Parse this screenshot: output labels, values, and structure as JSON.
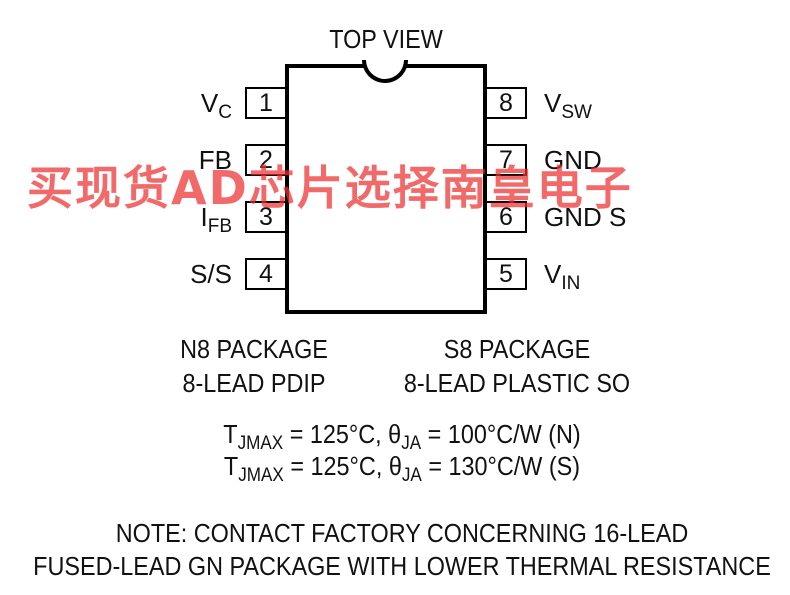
{
  "view_title": "TOP VIEW",
  "pins": {
    "left": [
      {
        "number": "1",
        "name": "V",
        "sub": "C"
      },
      {
        "number": "2",
        "name": "FB",
        "sub": ""
      },
      {
        "number": "3",
        "name": "I",
        "sub": "FB"
      },
      {
        "number": "4",
        "name": "S/S",
        "sub": ""
      }
    ],
    "right": [
      {
        "number": "8",
        "name": "V",
        "sub": "SW"
      },
      {
        "number": "7",
        "name": "GND",
        "sub": ""
      },
      {
        "number": "6",
        "name": "GND S",
        "sub": ""
      },
      {
        "number": "5",
        "name": "V",
        "sub": "IN"
      }
    ]
  },
  "packages": {
    "n8": {
      "line1": "N8 PACKAGE",
      "line2": "8-LEAD PDIP"
    },
    "s8": {
      "line1": "S8 PACKAGE",
      "line2": "8-LEAD PLASTIC SO"
    }
  },
  "thermal": [
    {
      "t": "T",
      "t_sub": "JMAX",
      "t_val": " = 125°C, ",
      "theta": "θ",
      "theta_sub": "JA",
      "theta_val": " = 100°C/W (N)"
    },
    {
      "t": "T",
      "t_sub": "JMAX",
      "t_val": " = 125°C, ",
      "theta": "θ",
      "theta_sub": "JA",
      "theta_val": " = 130°C/W (S)"
    }
  ],
  "note": {
    "line1": "NOTE: CONTACT FACTORY CONCERNING 16-LEAD",
    "line2": "FUSED-LEAD GN PACKAGE WITH LOWER THERMAL RESISTANCE"
  },
  "watermark": "买现货AD芯片选择南皇电子",
  "colors": {
    "watermark": "#ee3030",
    "ink": "#000000"
  }
}
